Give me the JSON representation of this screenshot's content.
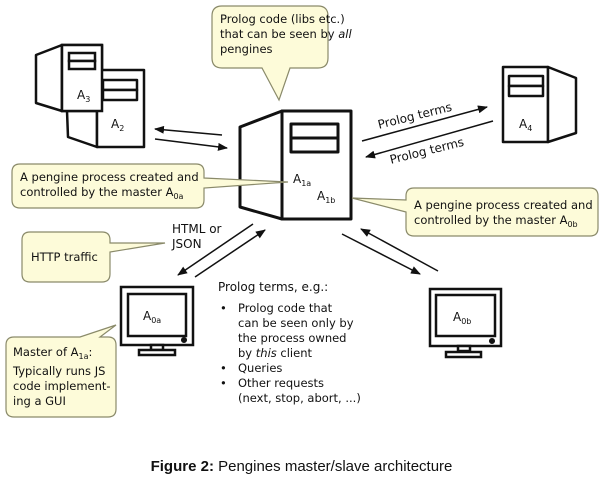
{
  "nodes": {
    "A3": {
      "base": "A",
      "sub": "3"
    },
    "A2": {
      "base": "A",
      "sub": "2"
    },
    "A4": {
      "base": "A",
      "sub": "4"
    },
    "A1a": {
      "base": "A",
      "sub": "1a"
    },
    "A1b": {
      "base": "A",
      "sub": "1b"
    },
    "A0a": {
      "base": "A",
      "sub": "0a"
    },
    "A0b": {
      "base": "A",
      "sub": "0b"
    }
  },
  "callouts": {
    "shared_code": {
      "line1": "Prolog code (libs etc.)",
      "line2_pre": "that can be seen by ",
      "line2_em": "all",
      "line3": "pengines"
    },
    "process_a0a": {
      "line1": "A pengine process created and",
      "line2": "controlled by the master ",
      "master_base": "A",
      "master_sub": "0a"
    },
    "process_a0b": {
      "line1": "A pengine process created and",
      "line2": "controlled by the master ",
      "master_base": "A",
      "master_sub": "0b"
    },
    "http": {
      "text": "HTTP traffic"
    },
    "master": {
      "line1_pre": "Master of ",
      "line1_base": "A",
      "line1_sub": "1a",
      "line1_post": ":",
      "line2": "Typically runs JS",
      "line3": "code implement-",
      "line4": "ing a GUI"
    }
  },
  "edge_labels": {
    "prolog_terms_out": "Prolog terms",
    "prolog_terms_in": "Prolog terms",
    "html_json_1": "HTML  or",
    "html_json_2": "JSON"
  },
  "client_messages": {
    "heading": "Prolog terms, e.g.:",
    "items": [
      {
        "pre": "Prolog code that",
        "l2": "can be seen only by",
        "l3": "the process owned",
        "l4_em": "this",
        "l4_pre": "by ",
        "l4_post": " client"
      },
      {
        "pre": "Queries"
      },
      {
        "pre": "Other requests",
        "l2": "(next, stop, abort, ...)"
      }
    ]
  },
  "caption": {
    "label": "Figure 2:",
    "text": " Pengines master/slave architecture"
  },
  "colors": {
    "callout_fill": "#fdfbd9",
    "callout_stroke": "#8a8a6a",
    "line": "#111111"
  }
}
